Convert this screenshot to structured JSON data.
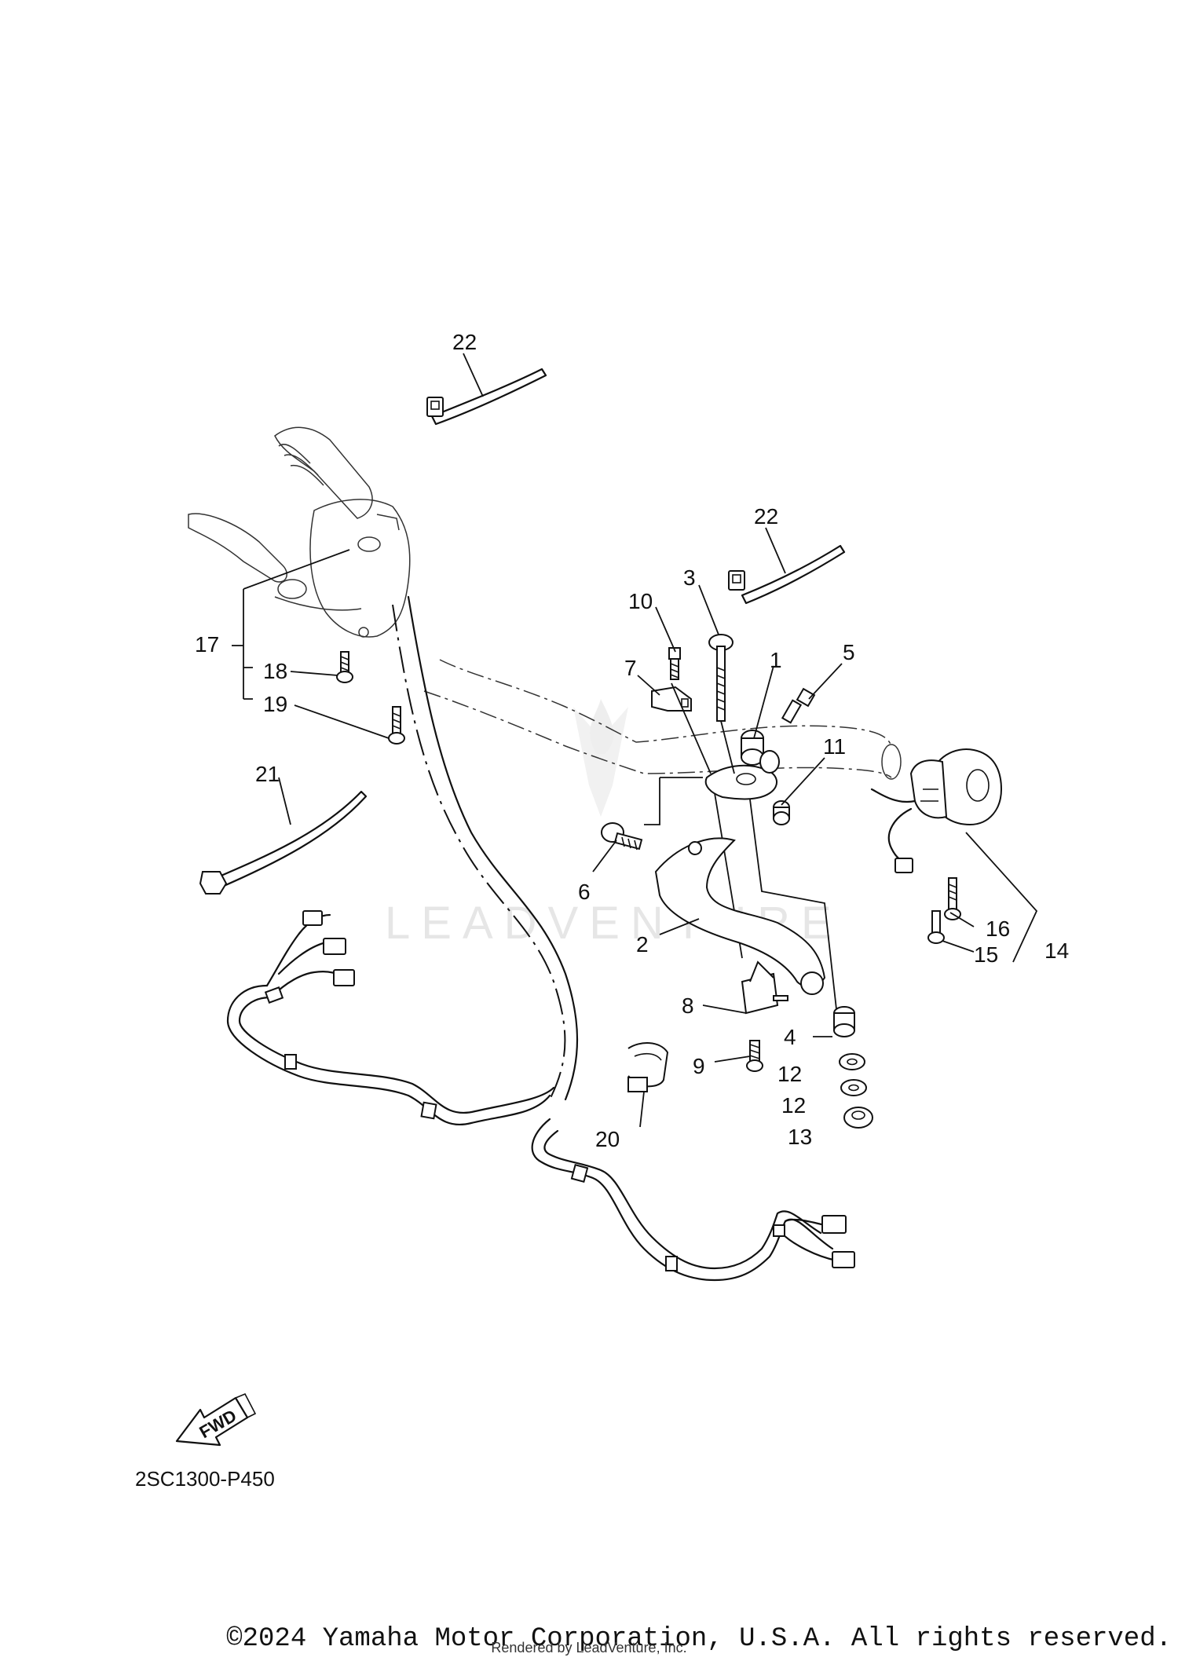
{
  "diagram": {
    "code": "2SC1300-P450",
    "fwd_label": "FWD",
    "watermark": "LEADVENTURE",
    "copyright": "©2024 Yamaha Motor Corporation, U.S.A. All rights reserved.",
    "rendered_by": "Rendered by LeadVenture, Inc.",
    "labels": {
      "p1": "1",
      "p2": "2",
      "p3": "3",
      "p4": "4",
      "p5": "5",
      "p6": "6",
      "p7": "7",
      "p8": "8",
      "p9": "9",
      "p10": "10",
      "p11": "11",
      "p12a": "12",
      "p12b": "12",
      "p13": "13",
      "p14": "14",
      "p15": "15",
      "p16": "16",
      "p17": "17",
      "p18": "18",
      "p19": "19",
      "p20": "20",
      "p21": "21",
      "p22a": "22",
      "p22b": "22"
    }
  }
}
